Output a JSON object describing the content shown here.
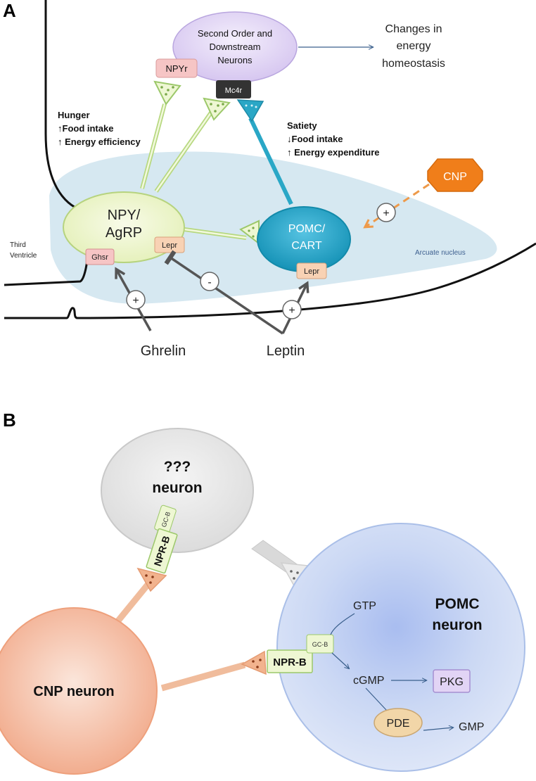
{
  "panel_a": {
    "letter": "A",
    "second_order": [
      "Second Order and",
      "Downstream",
      "Neurons"
    ],
    "changes": [
      "Changes in",
      "energy",
      "homeostasis"
    ],
    "npyr": "NPYr",
    "mc4r": "Mc4r",
    "hunger": {
      "title": "Hunger",
      "line1": "↑Food intake",
      "line2": "↑ Energy efficiency"
    },
    "satiety": {
      "title": "Satiety",
      "line1": "↓Food intake",
      "line2": "↑ Energy expenditure"
    },
    "cnp": "CNP",
    "plus": "+",
    "minus": "-",
    "npy_agrp": [
      "NPY/",
      "AgRP"
    ],
    "pomc_cart": [
      "POMC/",
      "CART"
    ],
    "ghsr": "Ghsr",
    "lepr": "Lepr",
    "third_ventricle": [
      "Third",
      "Ventricle"
    ],
    "arcuate": "Arcuate nucleus",
    "ghrelin": "Ghrelin",
    "leptin": "Leptin"
  },
  "panel_b": {
    "letter": "B",
    "unknown": [
      "???",
      "neuron"
    ],
    "gcb": "GC-B",
    "nprb": "NPR-B",
    "cnp_neuron": "CNP neuron",
    "pomc_neuron": [
      "POMC",
      "neuron"
    ],
    "gtp": "GTP",
    "cgmp": "cGMP",
    "pkg": "PKG",
    "pde": "PDE",
    "gmp": "GMP"
  },
  "colors": {
    "arcuate_fill": "#d6e8f1",
    "npy_fill": "#eef6cf",
    "npy_stroke": "#b6d37e",
    "pomc_fill": "#1ea5c7",
    "second_order_fill": "#ddd1f3",
    "cnp_orange": "#f07e1a",
    "cnp_neuron": "#f2ab86",
    "pomc_neuron": "#cbd8f2",
    "receptor_pink": "#f6c5c5",
    "receptor_tan": "#f8d2b4",
    "pkg_purple": "#e2d4f5",
    "pde_tan": "#f2d6a8"
  }
}
